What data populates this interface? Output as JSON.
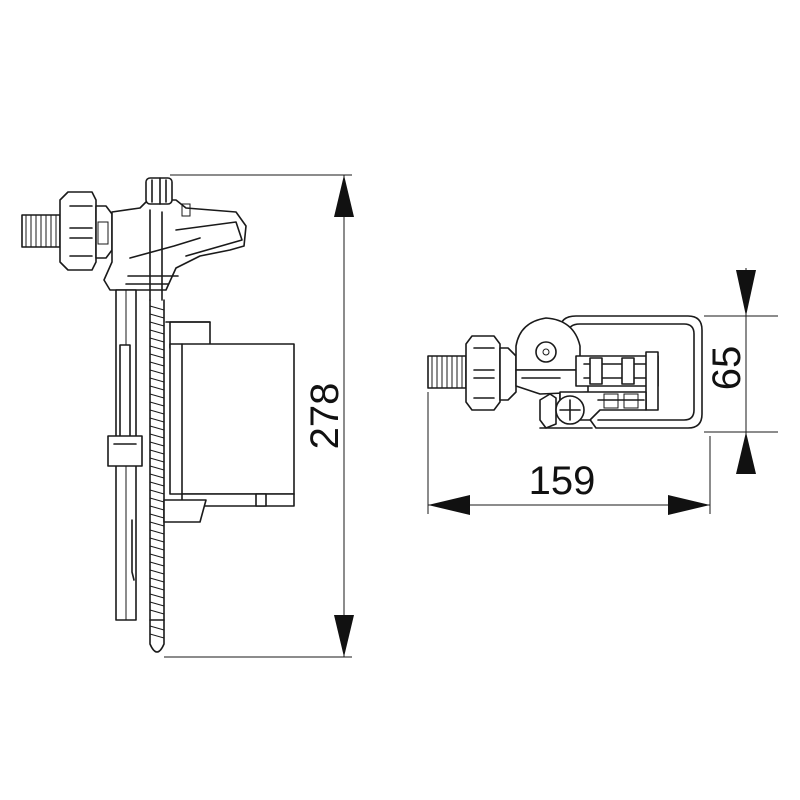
{
  "dimensions": {
    "height": "278",
    "depth": "65",
    "width": "159"
  }
}
